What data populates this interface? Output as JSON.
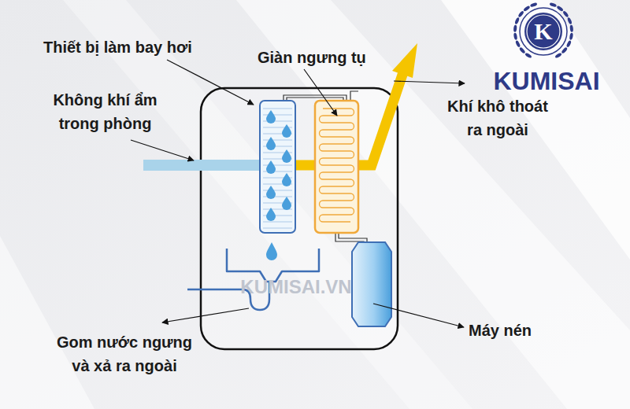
{
  "diagram": {
    "labels": [
      "Thiết bị làm bay hơi",
      "Giàn ngưng tụ",
      "K",
      "KUMISAI",
      "Không khí ẩm trong phòng",
      "Khí khô thoát ra ngoài",
      "KUMISAI.VN",
      "Gom nước ngưng và xả ra ngoài",
      "Máy nén"
    ]
  }
}
